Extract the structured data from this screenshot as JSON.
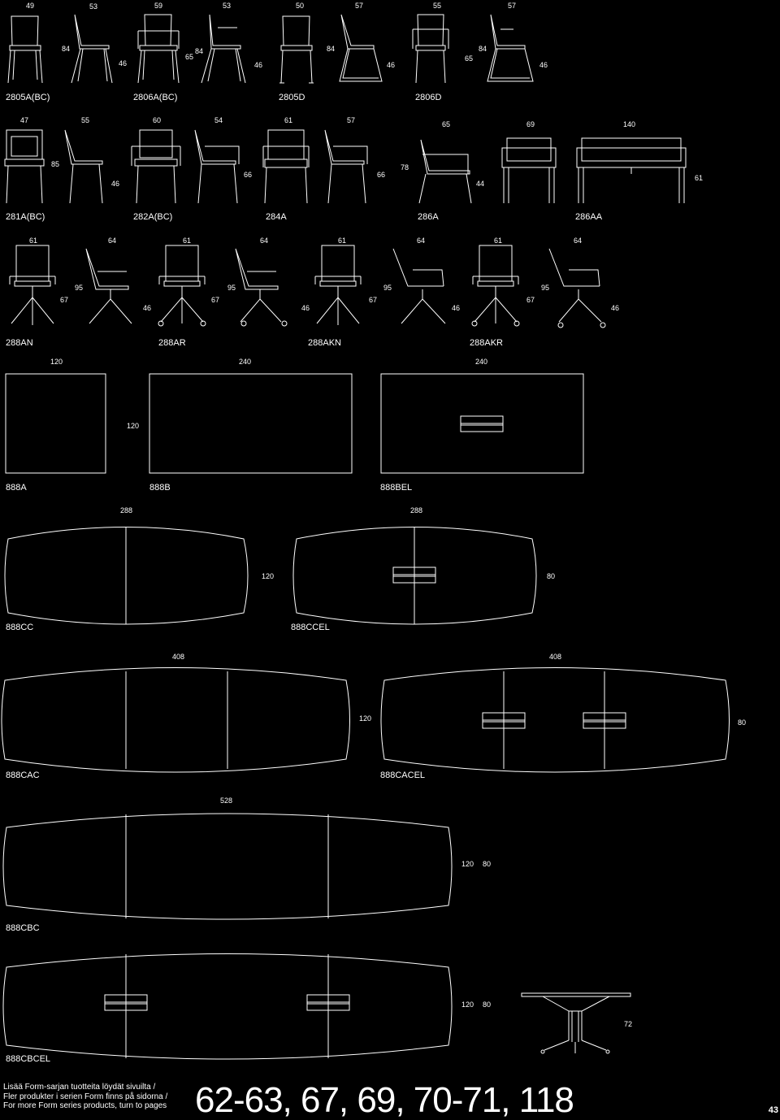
{
  "chairs_row1": {
    "dims": [
      "49",
      "53",
      "84",
      "46",
      "59",
      "65",
      "84",
      "53",
      "46",
      "50",
      "84",
      "57",
      "46",
      "55",
      "65",
      "84",
      "57",
      "46"
    ],
    "labels": [
      "2805A(BC)",
      "2806A(BC)",
      "2805D",
      "2806D"
    ]
  },
  "chairs_row2": {
    "dims": [
      "47",
      "55",
      "85",
      "46",
      "60",
      "54",
      "66",
      "61",
      "57",
      "66",
      "65",
      "69",
      "140",
      "78",
      "44",
      "61"
    ],
    "labels": [
      "281A(BC)",
      "282A(BC)",
      "284A",
      "286A",
      "286AA"
    ]
  },
  "chairs_row3": {
    "dims": [
      "61",
      "64",
      "61",
      "64",
      "61",
      "64",
      "61",
      "64",
      "95",
      "67",
      "46",
      "95",
      "67",
      "46",
      "95",
      "67",
      "46",
      "95",
      "67",
      "46"
    ],
    "labels": [
      "288AN",
      "288AR",
      "288AKN",
      "288AKR"
    ]
  },
  "tables_rect": {
    "dims": [
      "120",
      "240",
      "240",
      "120"
    ],
    "labels": [
      "888A",
      "888B",
      "888BEL"
    ]
  },
  "tables_cc": {
    "dims": [
      "288",
      "288",
      "120",
      "80"
    ],
    "labels": [
      "888CC",
      "888CCEL"
    ]
  },
  "tables_cac": {
    "dims": [
      "408",
      "408",
      "120",
      "80"
    ],
    "labels": [
      "888CAC",
      "888CACEL"
    ]
  },
  "tables_cbc": {
    "dims": [
      "528",
      "120",
      "80"
    ],
    "labels": [
      "888CBC"
    ]
  },
  "tables_cbcel": {
    "dims": [
      "120",
      "80",
      "72"
    ],
    "labels": [
      "888CBCEL"
    ]
  },
  "footer": {
    "lines": [
      "Lisää Form-sarjan tuotteita löydät sivuilta /",
      "Fler produkter i serien Form finns på sidorna /",
      "For more Form series products, turn to pages"
    ],
    "pages": "62-63, 67, 69, 70-71, 118",
    "page_number": "43"
  }
}
